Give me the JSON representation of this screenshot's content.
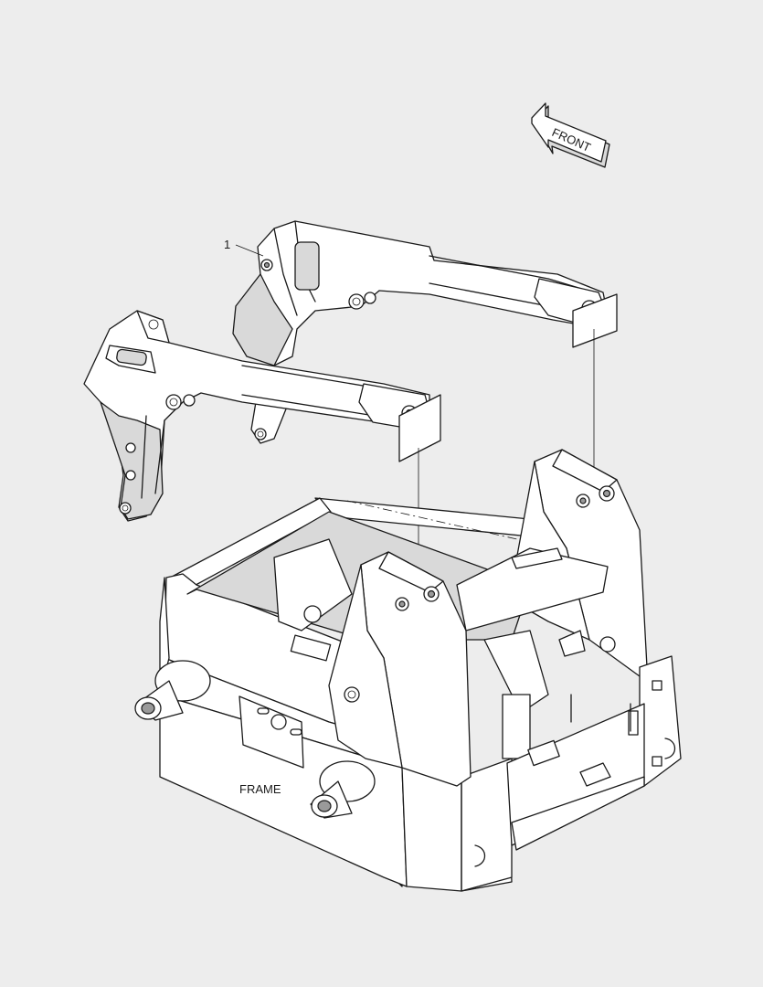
{
  "diagram": {
    "callouts": [
      {
        "number": "1"
      }
    ],
    "labels": {
      "frame": "FRAME",
      "front_arrow": "FRONT"
    }
  }
}
